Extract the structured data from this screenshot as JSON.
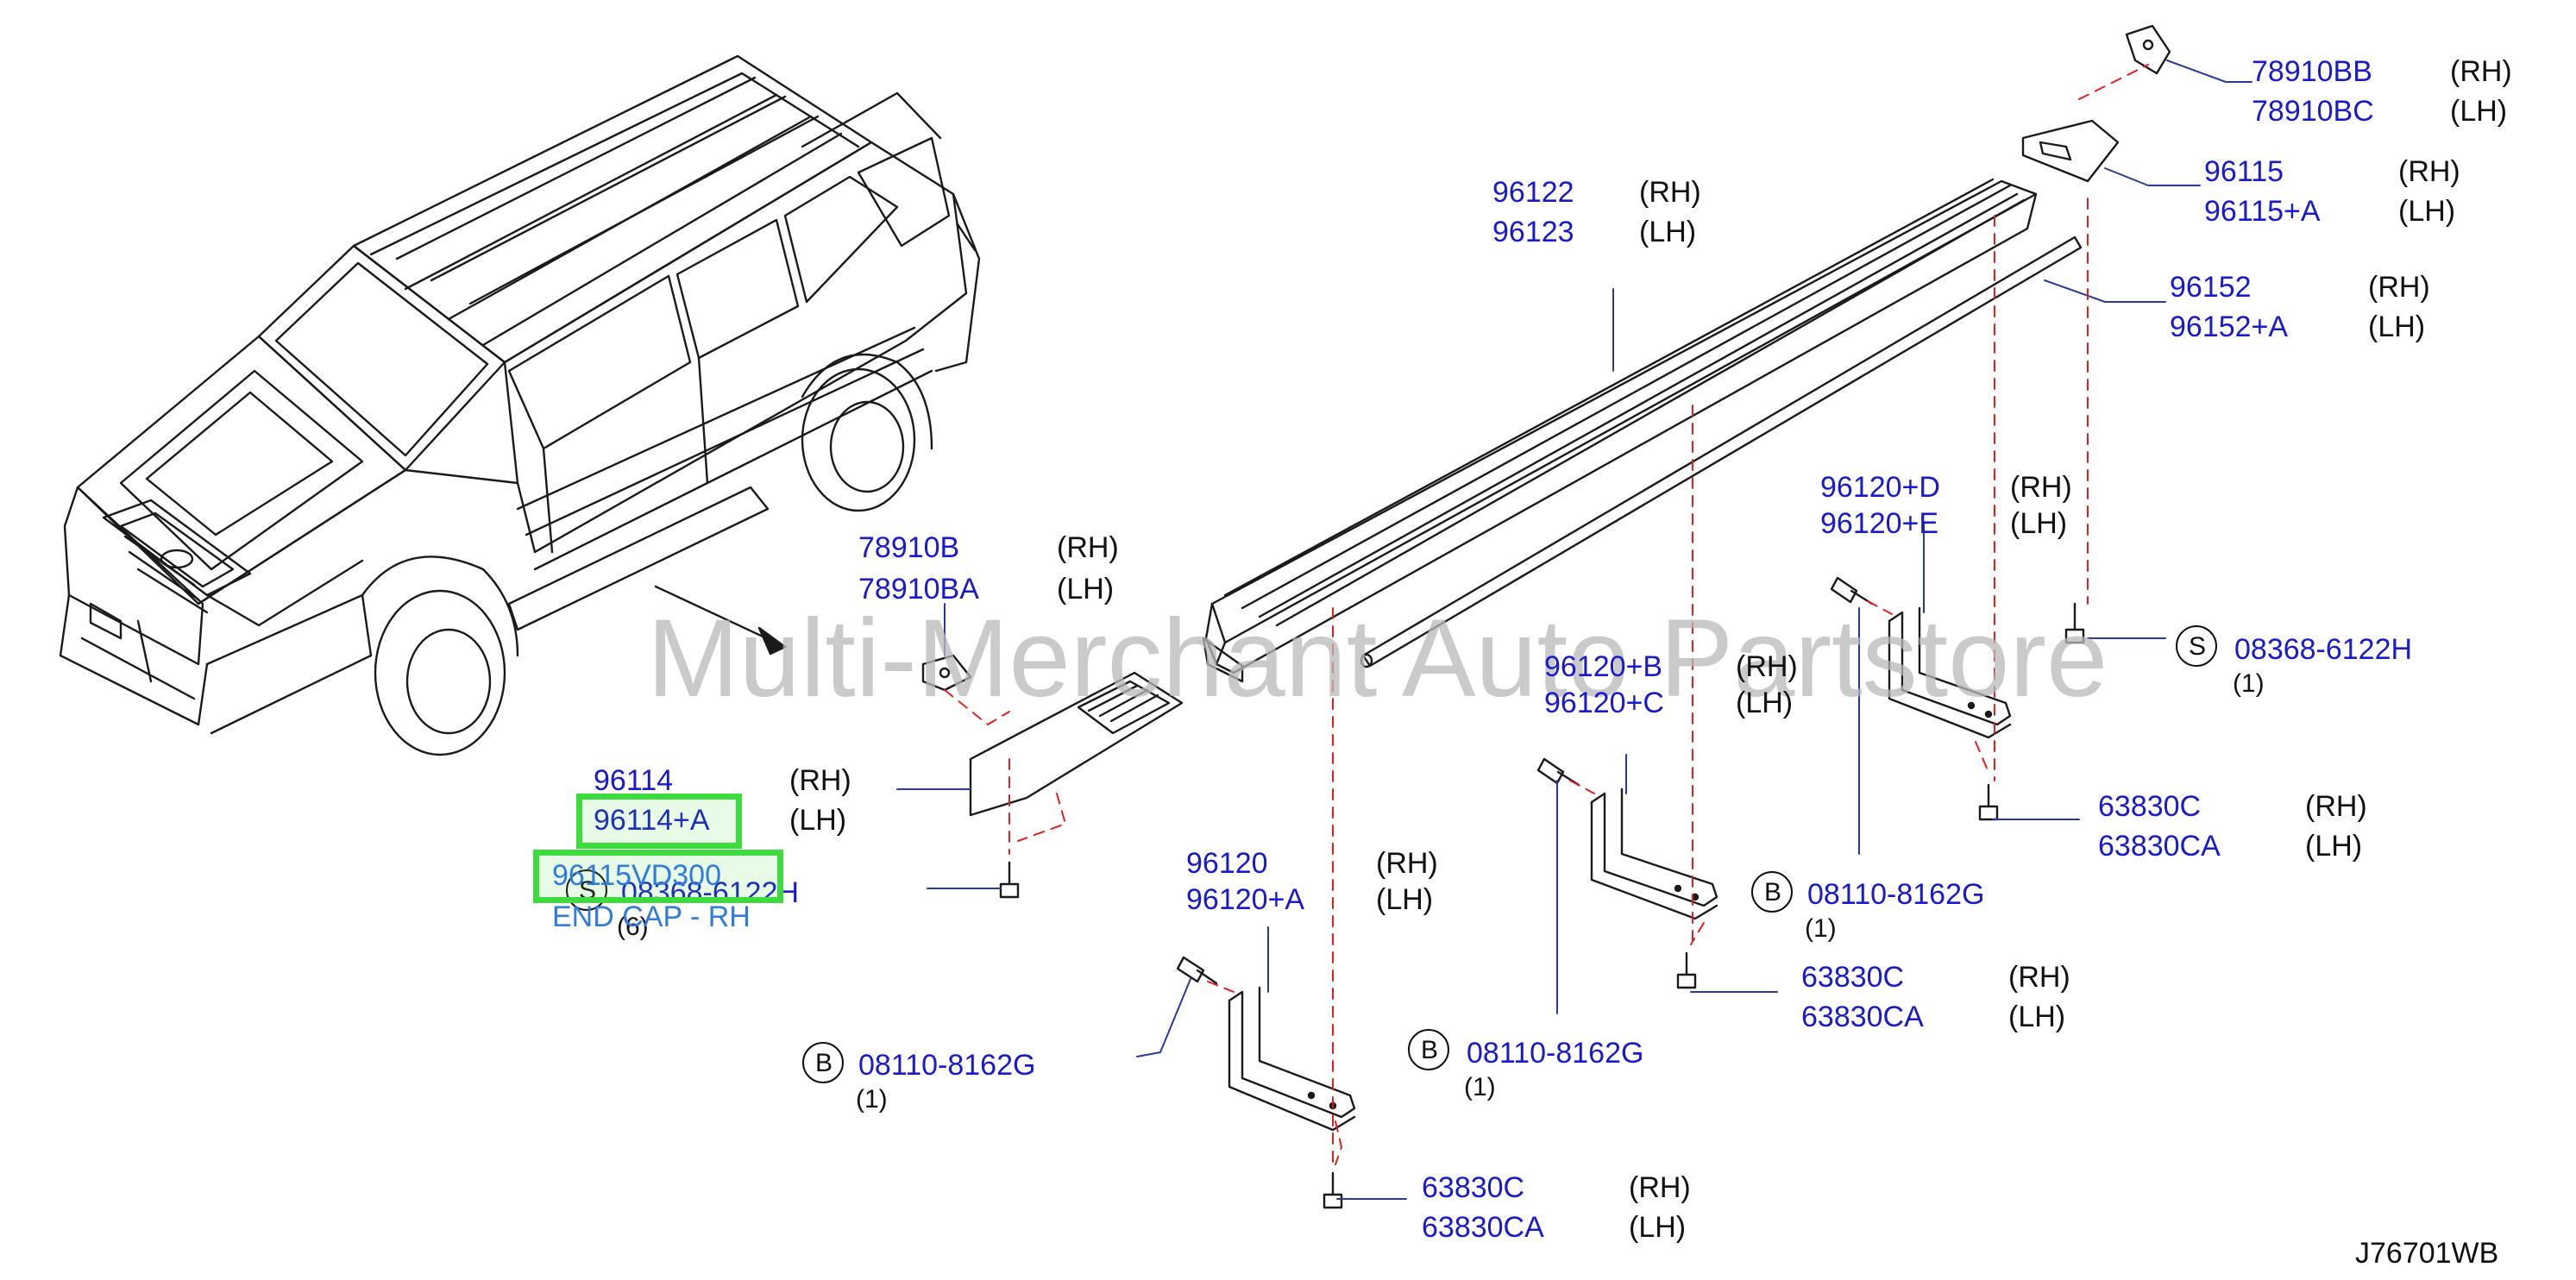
{
  "watermark": "Multi-Merchant Auto Partstore",
  "diagram_code": "J76701WB",
  "colors": {
    "part_number": "#1a1acd",
    "highlight": "#3ddb3d",
    "tooltip": "#2f7be0",
    "leader_dash": "#e02020"
  },
  "icons": [
    "suv-vehicle-illustration",
    "arrow-icon",
    "bolt-icon",
    "bracket-icon",
    "clip-icon",
    "end-cap-icon",
    "step-rail-icon"
  ],
  "callouts": {
    "c78910bb": {
      "rh": "78910BB",
      "lh": "78910BC",
      "rh_tag": "(RH)",
      "lh_tag": "(LH)"
    },
    "c96115": {
      "rh": "96115",
      "lh": "96115+A",
      "rh_tag": "(RH)",
      "lh_tag": "(LH)"
    },
    "c96122": {
      "rh": "96122",
      "lh": "96123",
      "rh_tag": "(RH)",
      "lh_tag": "(LH)"
    },
    "c96152": {
      "rh": "96152",
      "lh": "96152+A",
      "rh_tag": "(RH)",
      "lh_tag": "(LH)"
    },
    "c96120de": {
      "rh": "96120+D",
      "lh": "96120+E",
      "rh_tag": "(RH)",
      "lh_tag": "(LH)"
    },
    "c08368_top": {
      "letter": "S",
      "part": "08368-6122H",
      "qty": "(1)"
    },
    "c78910b": {
      "rh": "78910B",
      "lh": "78910BA",
      "rh_tag": "(RH)",
      "lh_tag": "(LH)"
    },
    "c96120bc": {
      "rh": "96120+B",
      "lh": "96120+C",
      "rh_tag": "(RH)",
      "lh_tag": "(LH)"
    },
    "c63830_right": {
      "rh": "63830C",
      "lh": "63830CA",
      "rh_tag": "(RH)",
      "lh_tag": "(LH)"
    },
    "c08110_mid": {
      "letter": "B",
      "part": "08110-8162G",
      "qty": "(1)"
    },
    "c96114": {
      "rh": "96114",
      "lh": "96114+A",
      "rh_tag": "(RH)",
      "lh_tag": "(LH)"
    },
    "c08368_left": {
      "letter": "S",
      "part": "08368-6122H",
      "qty": "(6)"
    },
    "c96120": {
      "rh": "96120",
      "lh": "96120+A",
      "rh_tag": "(RH)",
      "lh_tag": "(LH)"
    },
    "c63830_mid": {
      "rh": "63830C",
      "lh": "63830CA",
      "rh_tag": "(RH)",
      "lh_tag": "(LH)"
    },
    "c08110_center": {
      "letter": "B",
      "part": "08110-8162G",
      "qty": "(1)"
    },
    "c08110_left": {
      "letter": "B",
      "part": "08110-8162G",
      "qty": "(1)"
    },
    "c63830_bottom": {
      "rh": "63830C",
      "lh": "63830CA",
      "rh_tag": "(RH)",
      "lh_tag": "(LH)"
    }
  },
  "tooltip": {
    "part_number": "96115VD300",
    "description": "END CAP - RH"
  }
}
